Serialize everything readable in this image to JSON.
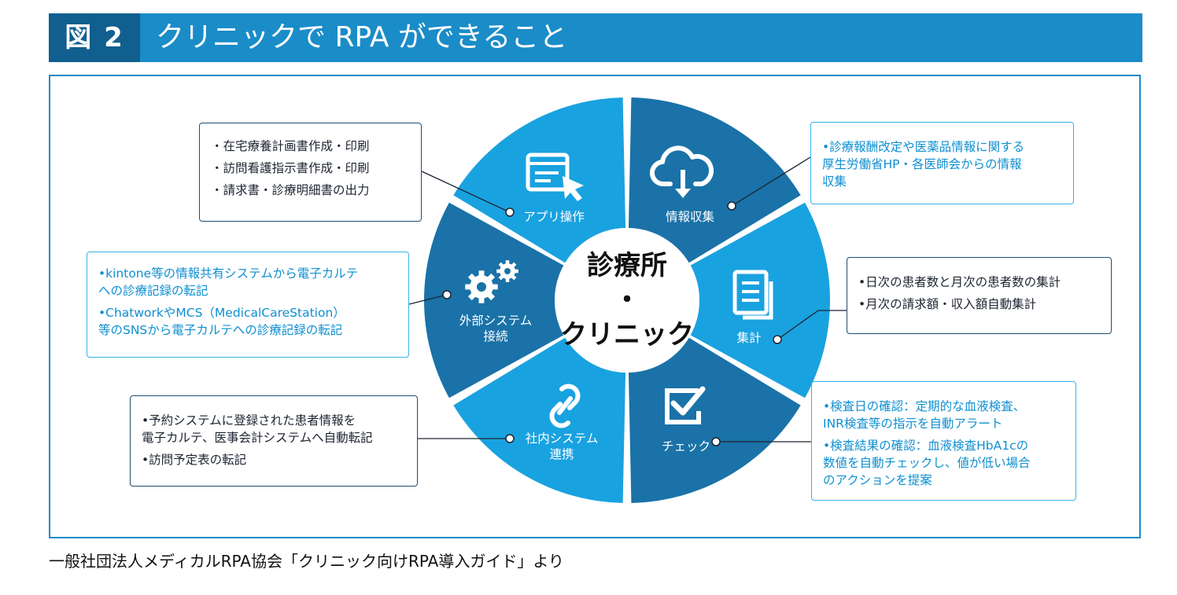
{
  "header": {
    "figure_number": "図 2",
    "title": "クリニックで RPA ができること"
  },
  "center": {
    "line1": "診療所",
    "line2": "・",
    "line3": "クリニック"
  },
  "colors": {
    "header_blue": "#1a8cc8",
    "figure_navy": "#105f8f",
    "segment_dark": "#1a72a8",
    "segment_light": "#19a2e0",
    "box_dark_border": "#1f4e70",
    "box_light_border": "#38b2e8"
  },
  "segments": [
    {
      "key": "app",
      "label": "アプリ操作",
      "icon": "app-window-pointer-icon"
    },
    {
      "key": "info",
      "label": "情報収集",
      "icon": "cloud-download-icon"
    },
    {
      "key": "aggregate",
      "label": "集計",
      "icon": "documents-icon"
    },
    {
      "key": "check",
      "label": "チェック",
      "icon": "checkbox-icon"
    },
    {
      "key": "internal",
      "label": "社内システム\n連携",
      "icon": "link-icon"
    },
    {
      "key": "external",
      "label": "外部システム\n接続",
      "icon": "gears-icon"
    }
  ],
  "boxes": {
    "app": [
      "・在宅療養計画書作成・印刷",
      "・訪問看護指示書作成・印刷",
      "・請求書・診療明細書の出力"
    ],
    "info": [
      "•診療報酬改定や医薬品情報に関する\n厚生労働省HP・各医師会からの情報\n収集"
    ],
    "aggregate": [
      "•日次の患者数と月次の患者数の集計",
      "•月次の請求額・収入額自動集計"
    ],
    "check": [
      "•検査日の確認：定期的な血液検査、\nINR検査等の指示を自動アラート",
      "•検査結果の確認：血液検査HbA1cの\n数値を自動チェックし、値が低い場合\nのアクションを提案"
    ],
    "internal": [
      "•予約システムに登録された患者情報を\n電子カルテ、医事会計システムへ自動転記",
      "•訪問予定表の転記"
    ],
    "external": [
      "•kintone等の情報共有システムから電子カルテ\nへの診療記録の転記",
      "•ChatworkやMCS（MedicalCareStation）\n等のSNSから電子カルテへの診療記録の転記"
    ]
  },
  "source": "一般社団法人メディカルRPA協会「クリニック向けRPA導入ガイド」より"
}
